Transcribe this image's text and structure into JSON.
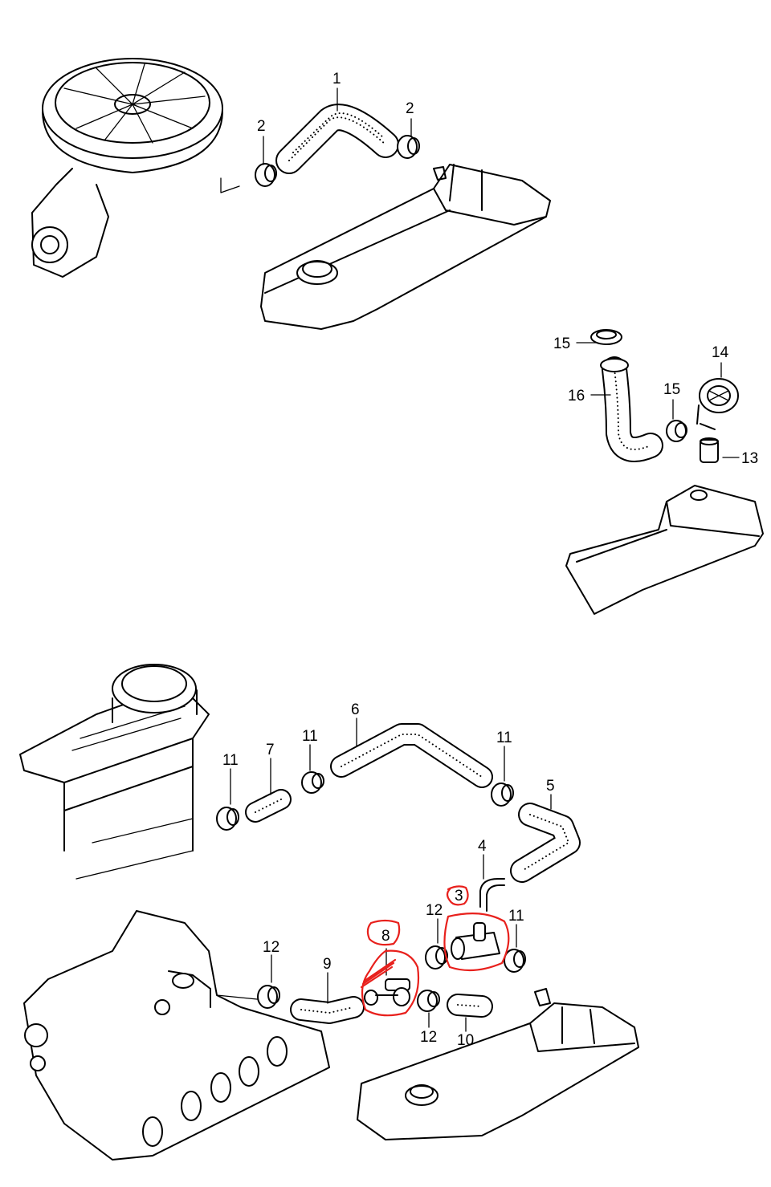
{
  "callouts": {
    "c1": "1",
    "c2a": "2",
    "c2b": "2",
    "c3": "3",
    "c4": "4",
    "c5": "5",
    "c6": "6",
    "c7": "7",
    "c8": "8",
    "c9": "9",
    "c10": "10",
    "c11a": "11",
    "c11b": "11",
    "c11c": "11",
    "c11d": "11",
    "c12a": "12",
    "c12b": "12",
    "c12c": "12",
    "c13": "13",
    "c14": "14",
    "c15a": "15",
    "c15b": "15",
    "c16": "16"
  },
  "annotation_color": "#e8201c",
  "line_color": "#000000",
  "background": "#ffffff"
}
